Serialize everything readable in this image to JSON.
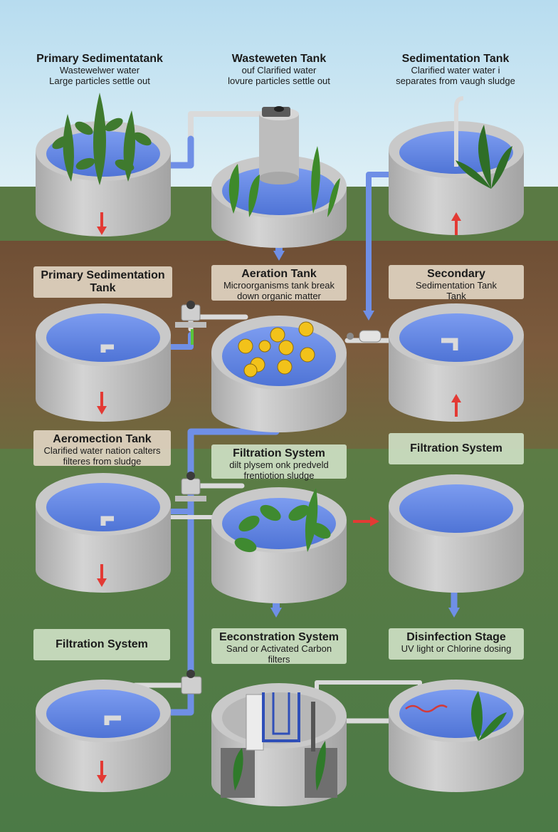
{
  "labels": [
    {
      "id": "l1",
      "title": "Primary Sedimentatank",
      "lines": [
        "Wastewelwer water",
        "Large particles settle out"
      ]
    },
    {
      "id": "l2",
      "title": "Wasteweten Tank",
      "lines": [
        "ouf Clarified water",
        "lovure particles settle out"
      ]
    },
    {
      "id": "l3",
      "title": "Sedimentation Tank",
      "lines": [
        "Clarified water water i",
        "separates from vaugh sludge"
      ]
    },
    {
      "id": "l4",
      "title": "Primary Sedimentation Tank",
      "lines": []
    },
    {
      "id": "l5",
      "title": "Aeration Tank",
      "lines": [
        "Microorganisms tank break",
        "down organic matter"
      ]
    },
    {
      "id": "l6",
      "title": "Secondary",
      "lines": [
        "Sedimentation Tank",
        "Tank"
      ]
    },
    {
      "id": "l7",
      "title": "Aeromection Tank",
      "lines": [
        "Clarified water nation calters",
        "filteres from sludge"
      ]
    },
    {
      "id": "l8",
      "title": "Filtration System",
      "lines": [
        "dilt plysem onk predveld",
        "frentiotion sludge"
      ]
    },
    {
      "id": "l9",
      "title": "Filtration System",
      "lines": []
    },
    {
      "id": "l10",
      "title": "Filtration System",
      "lines": []
    },
    {
      "id": "l11",
      "title": "Eeconstration System",
      "lines": [
        "Sand or Activated Carbon",
        "filters"
      ]
    },
    {
      "id": "l12",
      "title": "Disinfection Stage",
      "lines": [
        "UV light or Chlorine dosing"
      ]
    }
  ],
  "colors": {
    "sky": "#cfe6f3",
    "grass": "#507a44",
    "soil": "#7a5a3e",
    "concrete": "#c4c4c4",
    "water": "#5b82e0",
    "pipe": "#6f8fe6",
    "arrow": "#e33a34",
    "plant": "#3f7a2e"
  },
  "icons": [
    "down-arrow-icon",
    "up-arrow-icon",
    "right-arrow-icon",
    "valve-icon",
    "plant-icon"
  ]
}
